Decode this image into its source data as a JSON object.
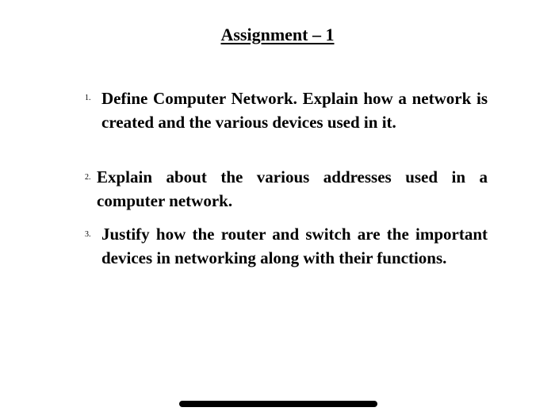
{
  "document": {
    "title": "Assignment – 1",
    "questions": [
      {
        "number": "1.",
        "text": "Define Computer Network. Explain how a network is created and the various devices used in it."
      },
      {
        "number": "2.",
        "text": "Explain about the various addresses used in a computer network."
      },
      {
        "number": "3.",
        "text": "Justify how the router and switch are the important devices in networking along with their functions."
      }
    ]
  }
}
